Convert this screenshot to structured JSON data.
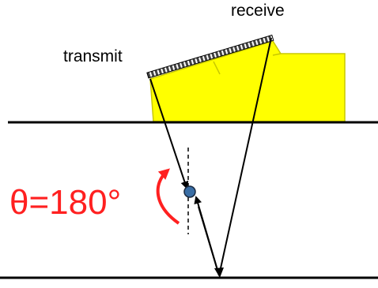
{
  "labels": {
    "receive": "receive",
    "transmit": "transmit",
    "angle": "θ=180°"
  },
  "colors": {
    "wedge_fill": "#ffff00",
    "wedge_stroke": "#c8c800",
    "angle_text": "#ff2020",
    "scatterer": "#3a6ea5",
    "lines": "#000000"
  }
}
